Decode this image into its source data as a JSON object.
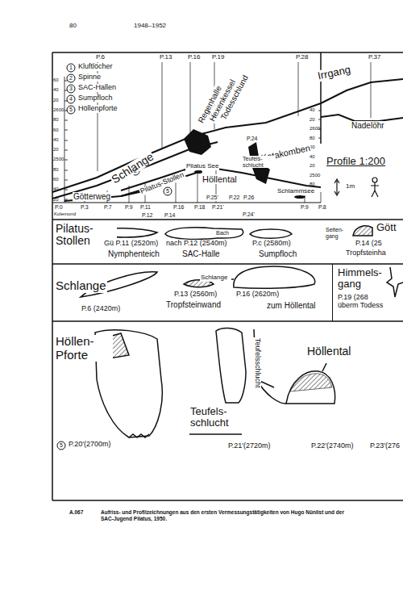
{
  "diagram": {
    "caption": "Aufriss- und Profilzeichnungen aus den ersten Vermessungstätigkeiten von Hugo Nünlist und der SAC-Jugend Pilatus, 1950.",
    "nodes": [
      {
        "text": [
          "Profile 1:200",
          "1m"
        ]
      },
      {
        "text": [
          "Himmels- gang",
          "P.19 (268",
          "überm Todess"
        ]
      }
    ],
    "labels": [
      "80",
      "1948–1952",
      "A.067",
      "60",
      "40",
      "20",
      "2600",
      "80",
      "60",
      "40",
      "20",
      "2500",
      "80",
      "60",
      "40",
      "20",
      "40",
      "20",
      "2600",
      "80",
      "60",
      "40",
      "20",
      "2500",
      "80",
      "1",
      "Kluftlöcher",
      "2",
      "Spinne",
      "3",
      "SAC-Hallen",
      "4",
      "Sumpfloch",
      "5",
      "Höllenpforte",
      "P.6",
      "P.13",
      "P.16",
      "P.19",
      "P.28",
      "P.37",
      "Regenhalle",
      "Hexenkessel",
      "Todesschlund",
      "Irrgang",
      "Nadelöhr",
      "P.24",
      "Katakomben",
      "Schlange",
      "Teufels- schlucht",
      "Pilatus-Stollen",
      "Pilatus See",
      "Höllental",
      "Götterweg",
      "Schlammsee",
      "P.25'",
      "P.22",
      "P.26",
      "P.0",
      "Kolemund",
      "P.3",
      "P.7",
      "P.9",
      "P.11",
      "P.12",
      "P.14",
      "P.16",
      "P.18",
      "P.21'",
      "P.24'",
      "P.9",
      "P.8",
      "2",
      "5",
      "Pilatus- Stollen",
      "Bach",
      "Gü P.11 (2520m)",
      "Nymphenteich",
      "nach P.12 (2540m)",
      "SAC-Halle",
      "P.c (2580m)",
      "Sumpfloch",
      "Seiten- gang",
      "P.14 (25",
      "Tropfsteinha",
      "Gött",
      "Schlange",
      "P.6 (2420m)",
      "P.13 (2560m)",
      "Tropfsteinwand",
      "Schlange",
      "P.16 (2620m)",
      "zum Höllental",
      "Höllen- Pforte",
      "5",
      "P.20'(2700m)",
      "Teufels- schlucht",
      "P.21'(2720m)",
      "Teufelsschlucht",
      "Höllental",
      "P.22'(2740m)",
      "P.23'(276"
    ]
  }
}
